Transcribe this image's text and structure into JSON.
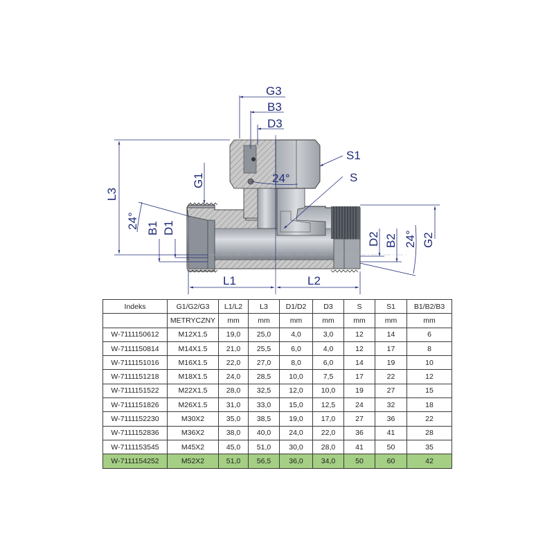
{
  "drawing": {
    "title": "Tee fitting with swivel nut – technical drawing",
    "dimension_labels": {
      "G3": "G3",
      "B3": "B3",
      "D3": "D3",
      "S1": "S1",
      "S": "S",
      "L3": "L3",
      "G1": "G1",
      "angle_top": "24°",
      "angle_left": "24°",
      "angle_right": "24°",
      "B1": "B1",
      "D1": "D1",
      "D2": "D2",
      "B2": "B2",
      "G2": "G2",
      "L1": "L1",
      "L2": "L2"
    },
    "colors": {
      "dimension_line": "#1e2a78",
      "steel_body": "#b8bcc3",
      "steel_dark": "#7d828b",
      "hatch": "#8a8a8a"
    }
  },
  "table": {
    "headers": [
      "Indeks",
      "G1/G2/G3",
      "L1/L2",
      "L3",
      "D1/D2",
      "D3",
      "S",
      "S1",
      "B1/B2/B3"
    ],
    "units": [
      "",
      "METRYCZNY",
      "mm",
      "mm",
      "mm",
      "mm",
      "mm",
      "mm",
      "mm"
    ],
    "rows": [
      [
        "W-7111150612",
        "M12X1.5",
        "19,0",
        "25,0",
        "4,0",
        "3,0",
        "12",
        "14",
        "6"
      ],
      [
        "W-7111150814",
        "M14X1.5",
        "21,0",
        "25,5",
        "6,0",
        "4,0",
        "12",
        "17",
        "8"
      ],
      [
        "W-7111151016",
        "M16X1.5",
        "22,0",
        "27,0",
        "8,0",
        "6,0",
        "14",
        "19",
        "10"
      ],
      [
        "W-7111151218",
        "M18X1.5",
        "24,0",
        "28,5",
        "10,0",
        "7,5",
        "17",
        "22",
        "12"
      ],
      [
        "W-7111151522",
        "M22X1.5",
        "28,0",
        "32,5",
        "12,0",
        "10,0",
        "19",
        "27",
        "15"
      ],
      [
        "W-7111151826",
        "M26X1.5",
        "31,0",
        "33,0",
        "15,0",
        "12,5",
        "24",
        "32",
        "18"
      ],
      [
        "W-7111152230",
        "M30X2",
        "35,0",
        "38,5",
        "19,0",
        "17,0",
        "27",
        "36",
        "22"
      ],
      [
        "W-7111152836",
        "M36X2",
        "38,0",
        "40,0",
        "24,0",
        "22,0",
        "36",
        "41",
        "28"
      ],
      [
        "W-7111153545",
        "M45X2",
        "45,0",
        "51,0",
        "30,0",
        "28,0",
        "41",
        "50",
        "35"
      ],
      [
        "W-7111154252",
        "M52X2",
        "51,0",
        "56,5",
        "36,0",
        "34,0",
        "50",
        "60",
        "42"
      ]
    ],
    "highlighted_row_index": 9,
    "highlight_color": "#a4cf84"
  }
}
